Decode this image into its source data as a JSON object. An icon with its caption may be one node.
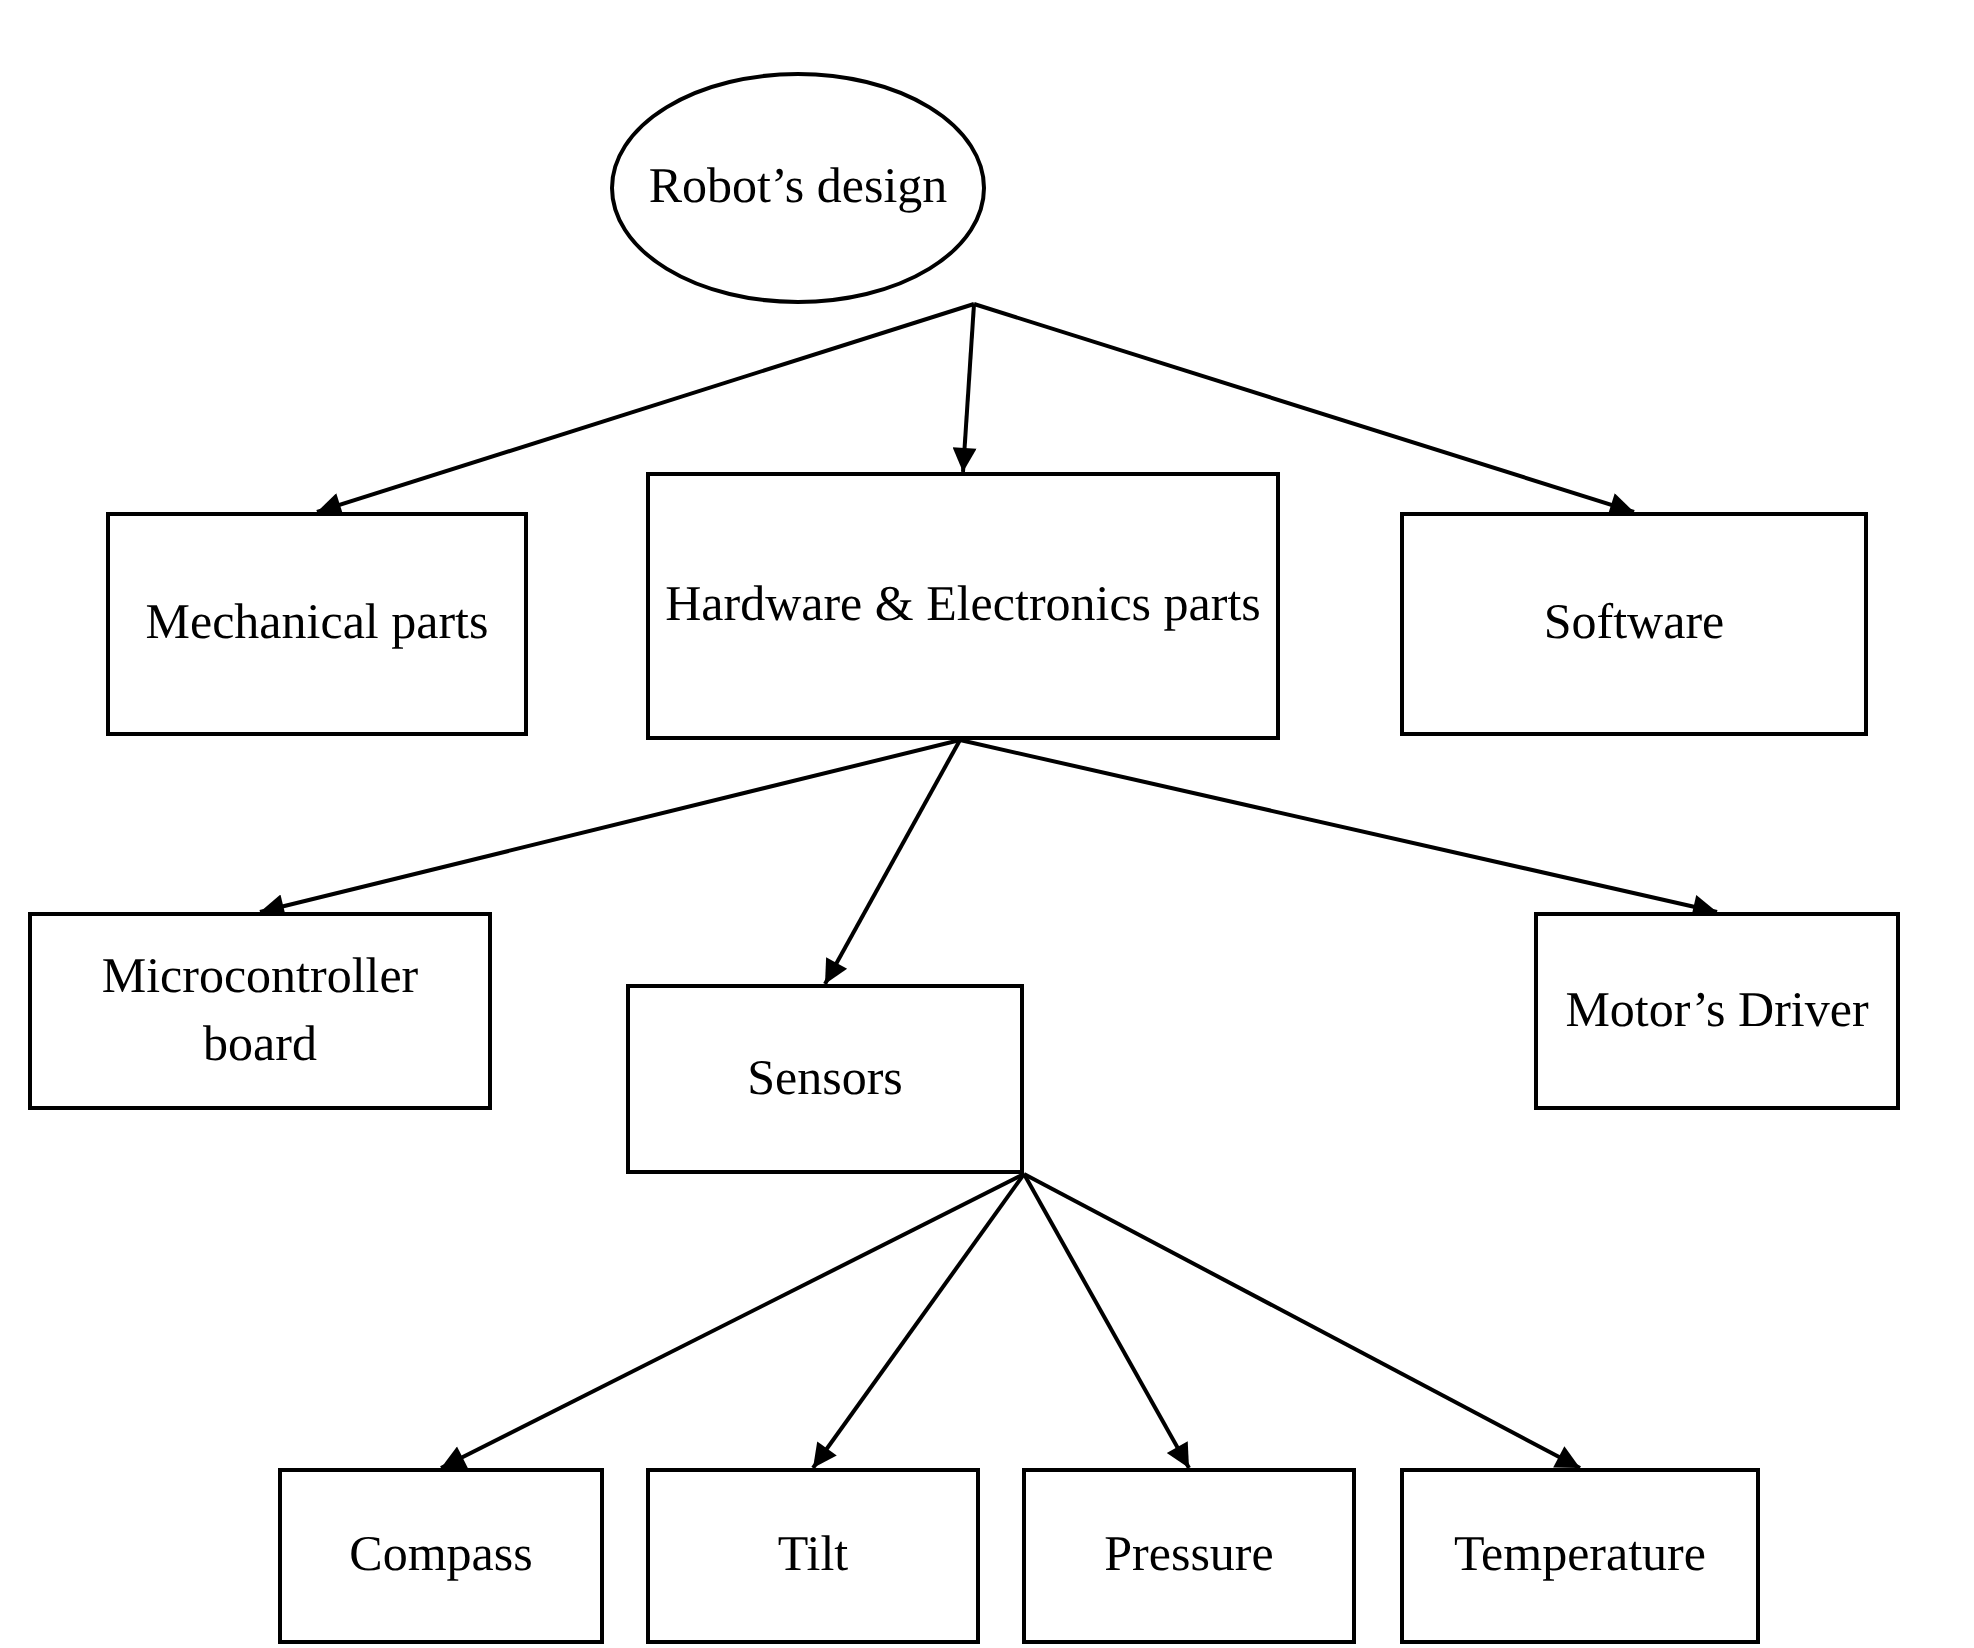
{
  "diagram": {
    "nodes": [
      {
        "text": [
          "Robot’s design"
        ]
      },
      {
        "text": [
          "Mechanical parts"
        ]
      },
      {
        "text": [
          "Hardware & Electronics parts"
        ]
      },
      {
        "text": [
          "Software"
        ]
      },
      {
        "text": [
          "Microcontroller board"
        ]
      },
      {
        "text": [
          "Sensors"
        ]
      },
      {
        "text": [
          "Motor’s Driver"
        ]
      },
      {
        "text": [
          "Compass"
        ]
      },
      {
        "text": [
          "Tilt"
        ]
      },
      {
        "text": [
          "Pressure"
        ]
      },
      {
        "text": [
          "Temperature"
        ]
      }
    ],
    "edges": [
      {
        "from": 0,
        "to": 1,
        "arrow": "to"
      },
      {
        "from": 0,
        "to": 2,
        "arrow": "to"
      },
      {
        "from": 0,
        "to": 3,
        "arrow": "to"
      },
      {
        "from": 2,
        "to": 4,
        "arrow": "to"
      },
      {
        "from": 2,
        "to": 5,
        "arrow": "to"
      },
      {
        "from": 2,
        "to": 6,
        "arrow": "to"
      },
      {
        "from": 5,
        "to": 7,
        "arrow": "to"
      },
      {
        "from": 5,
        "to": 8,
        "arrow": "to"
      },
      {
        "from": 5,
        "to": 9,
        "arrow": "to"
      },
      {
        "from": 5,
        "to": 10,
        "arrow": "to"
      }
    ]
  }
}
